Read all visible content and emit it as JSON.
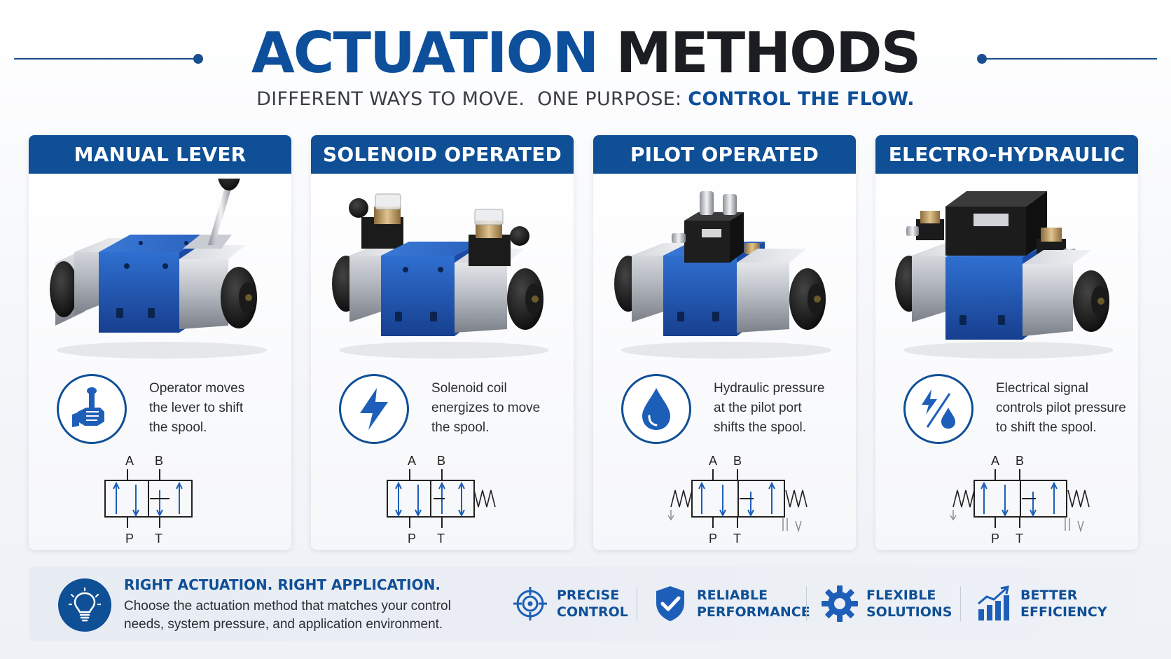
{
  "header": {
    "title_part1": "ACTUATION",
    "title_part2": "METHODS",
    "subtitle_part1": "DIFFERENT WAYS TO MOVE.  ONE PURPOSE: ",
    "subtitle_part2": "CONTROL THE FLOW."
  },
  "colors": {
    "brand_blue": "#0f4f96",
    "valve_blue": "#1f57b8",
    "dark_text": "#1b1d22"
  },
  "cards": [
    {
      "title": "MANUAL LEVER",
      "icon": "hand-lever-icon",
      "desc": [
        "Operator moves",
        "the lever to shift",
        "the spool."
      ],
      "ports": {
        "a": "A",
        "b": "B",
        "p": "P",
        "t": "T"
      }
    },
    {
      "title": "SOLENOID OPERATED",
      "icon": "lightning-bolt-icon",
      "desc": [
        "Solenoid coil",
        "energizes to move",
        "the spool."
      ],
      "ports": {
        "a": "A",
        "b": "B",
        "p": "P",
        "t": "T"
      }
    },
    {
      "title": "PILOT OPERATED",
      "icon": "water-drop-icon",
      "desc": [
        "Hydraulic pressure",
        "at the pilot port",
        "shifts the spool."
      ],
      "ports": {
        "a": "A",
        "b": "B",
        "p": "P",
        "t": "T"
      }
    },
    {
      "title": "ELECTRO-HYDRAULIC",
      "icon": "bolt-and-drop-icon",
      "desc": [
        "Electrical signal",
        "controls pilot pressure",
        "to shift the spool."
      ],
      "ports": {
        "a": "A",
        "b": "B",
        "p": "P",
        "t": "T"
      }
    }
  ],
  "footer": {
    "icon": "lightbulb-icon",
    "title": "RIGHT ACTUATION. RIGHT APPLICATION.",
    "text": "Choose the actuation method that matches your control needs, system pressure, and application environment.",
    "features": [
      {
        "icon": "crosshair-target-icon",
        "line1": "PRECISE",
        "line2": "CONTROL"
      },
      {
        "icon": "shield-check-icon",
        "line1": "RELIABLE",
        "line2": "PERFORMANCE"
      },
      {
        "icon": "gear-icon",
        "line1": "FLEXIBLE",
        "line2": "SOLUTIONS"
      },
      {
        "icon": "bar-chart-arrow-icon",
        "line1": "BETTER",
        "line2": "EFFICIENCY"
      }
    ]
  }
}
